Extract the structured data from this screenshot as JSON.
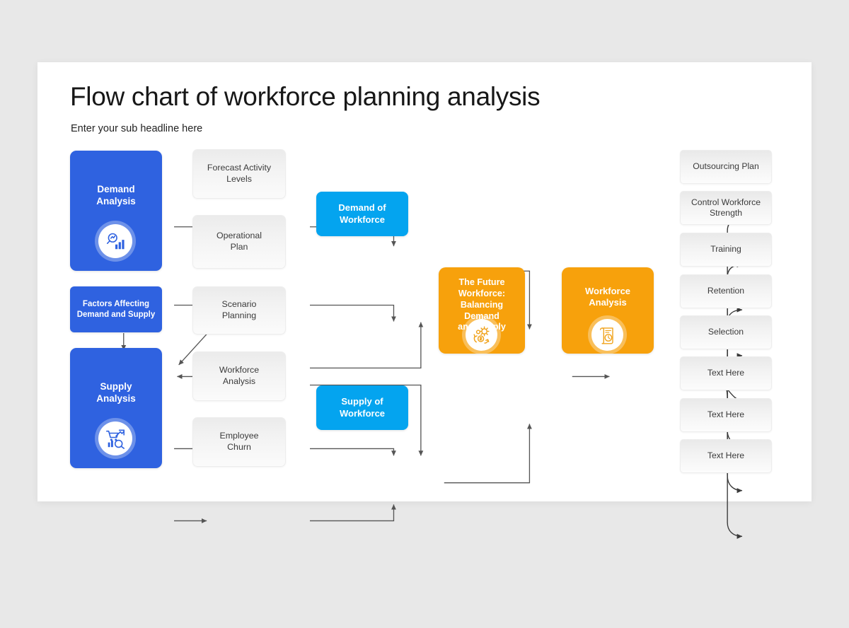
{
  "slide": {
    "title": "Flow chart of workforce planning analysis",
    "subtitle": "Enter your sub headline here"
  },
  "colors": {
    "background": "#e8e8e8",
    "slide": "#ffffff",
    "blue": "#2f62e0",
    "cyan": "#04a4ef",
    "orange": "#f7a10c",
    "gray_card": "#f2f2f2",
    "connector": "#555555",
    "text_dark": "#3b3b3b",
    "text_light": "#ffffff"
  },
  "inputs": {
    "demand_analysis": {
      "label": "Demand\nAnalysis",
      "line1": "Demand",
      "line2": "Analysis",
      "icon": "magnifier-bar-chart-icon"
    },
    "supply_analysis": {
      "label": "Supply\nAnalysis",
      "line1": "Supply",
      "line2": "Analysis",
      "icon": "cart-chart-magnifier-icon"
    },
    "factors": {
      "line1": "Factors Affecting",
      "line2": "Demand and Supply"
    }
  },
  "drivers": [
    {
      "line1": "Forecast Activity",
      "line2": "Levels"
    },
    {
      "line1": "Operational",
      "line2": "Plan"
    },
    {
      "line1": "Scenario",
      "line2": "Planning"
    },
    {
      "line1": "Workforce",
      "line2": "Analysis"
    },
    {
      "line1": "Employee",
      "line2": "Churn"
    }
  ],
  "mid": {
    "demand_of_workforce": {
      "line1": "Demand of",
      "line2": "Workforce"
    },
    "supply_of_workforce": {
      "line1": "Supply of",
      "line2": "Workforce"
    }
  },
  "outcomes": {
    "future_workforce": {
      "line1": "The Future",
      "line2": "Workforce:",
      "line3": "Balancing Demand",
      "line4": "and Supply",
      "icon": "gears-money-icon"
    },
    "workforce_analysis": {
      "line1": "Workforce",
      "line2": "Analysis",
      "icon": "document-clock-icon"
    }
  },
  "actions": [
    {
      "label": "Outsourcing Plan"
    },
    {
      "label": "Control Workforce\nStrength",
      "line1": "Control Workforce",
      "line2": "Strength"
    },
    {
      "label": "Training"
    },
    {
      "label": "Retention"
    },
    {
      "label": "Selection"
    },
    {
      "label": "Text Here"
    },
    {
      "label": "Text Here"
    },
    {
      "label": "Text Here"
    }
  ],
  "chart_data": {
    "type": "diagram",
    "title": "Flow chart of workforce planning analysis",
    "nodes": [
      {
        "id": "demand-analysis",
        "label": "Demand Analysis",
        "group": "input",
        "color": "#2f62e0"
      },
      {
        "id": "factors",
        "label": "Factors Affecting Demand and Supply",
        "group": "input",
        "color": "#2f62e0"
      },
      {
        "id": "supply-analysis",
        "label": "Supply Analysis",
        "group": "input",
        "color": "#2f62e0"
      },
      {
        "id": "forecast-activity-levels",
        "label": "Forecast Activity Levels",
        "group": "driver",
        "color": "#f2f2f2"
      },
      {
        "id": "operational-plan",
        "label": "Operational Plan",
        "group": "driver",
        "color": "#f2f2f2"
      },
      {
        "id": "scenario-planning",
        "label": "Scenario Planning",
        "group": "driver",
        "color": "#f2f2f2"
      },
      {
        "id": "workforce-analysis-driver",
        "label": "Workforce Analysis",
        "group": "driver",
        "color": "#f2f2f2"
      },
      {
        "id": "employee-churn",
        "label": "Employee Churn",
        "group": "driver",
        "color": "#f2f2f2"
      },
      {
        "id": "demand-of-workforce",
        "label": "Demand of Workforce",
        "group": "mid",
        "color": "#04a4ef"
      },
      {
        "id": "supply-of-workforce",
        "label": "Supply of Workforce",
        "group": "mid",
        "color": "#04a4ef"
      },
      {
        "id": "future-workforce",
        "label": "The Future Workforce: Balancing Demand and Supply",
        "group": "outcome",
        "color": "#f7a10c"
      },
      {
        "id": "workforce-analysis",
        "label": "Workforce Analysis",
        "group": "outcome",
        "color": "#f7a10c"
      },
      {
        "id": "outsourcing-plan",
        "label": "Outsourcing Plan",
        "group": "action",
        "color": "#f2f2f2"
      },
      {
        "id": "control-workforce-strength",
        "label": "Control Workforce Strength",
        "group": "action",
        "color": "#f2f2f2"
      },
      {
        "id": "training",
        "label": "Training",
        "group": "action",
        "color": "#f2f2f2"
      },
      {
        "id": "retention",
        "label": "Retention",
        "group": "action",
        "color": "#f2f2f2"
      },
      {
        "id": "selection",
        "label": "Selection",
        "group": "action",
        "color": "#f2f2f2"
      },
      {
        "id": "text-here-1",
        "label": "Text Here",
        "group": "action",
        "color": "#f2f2f2"
      },
      {
        "id": "text-here-2",
        "label": "Text Here",
        "group": "action",
        "color": "#f2f2f2"
      },
      {
        "id": "text-here-3",
        "label": "Text Here",
        "group": "action",
        "color": "#f2f2f2"
      }
    ],
    "edges": [
      {
        "from": "demand-analysis",
        "to": "forecast-activity-levels"
      },
      {
        "from": "demand-analysis",
        "to": "operational-plan"
      },
      {
        "from": "demand-analysis",
        "to": "factors"
      },
      {
        "from": "operational-plan",
        "to": "forecast-activity-levels"
      },
      {
        "from": "operational-plan",
        "to": "factors"
      },
      {
        "from": "scenario-planning",
        "to": "factors"
      },
      {
        "from": "supply-analysis",
        "to": "factors"
      },
      {
        "from": "supply-analysis",
        "to": "workforce-analysis-driver"
      },
      {
        "from": "supply-analysis",
        "to": "employee-churn"
      },
      {
        "from": "forecast-activity-levels",
        "to": "demand-of-workforce"
      },
      {
        "from": "operational-plan",
        "to": "demand-of-workforce"
      },
      {
        "from": "scenario-planning",
        "to": "demand-of-workforce"
      },
      {
        "from": "scenario-planning",
        "to": "supply-of-workforce"
      },
      {
        "from": "workforce-analysis-driver",
        "to": "supply-of-workforce"
      },
      {
        "from": "employee-churn",
        "to": "supply-of-workforce"
      },
      {
        "from": "demand-of-workforce",
        "to": "future-workforce"
      },
      {
        "from": "supply-of-workforce",
        "to": "future-workforce"
      },
      {
        "from": "future-workforce",
        "to": "workforce-analysis"
      },
      {
        "from": "workforce-analysis",
        "to": "outsourcing-plan"
      },
      {
        "from": "workforce-analysis",
        "to": "control-workforce-strength"
      },
      {
        "from": "workforce-analysis",
        "to": "training"
      },
      {
        "from": "workforce-analysis",
        "to": "retention"
      },
      {
        "from": "workforce-analysis",
        "to": "selection"
      },
      {
        "from": "workforce-analysis",
        "to": "text-here-1"
      },
      {
        "from": "workforce-analysis",
        "to": "text-here-2"
      },
      {
        "from": "workforce-analysis",
        "to": "text-here-3"
      }
    ]
  }
}
